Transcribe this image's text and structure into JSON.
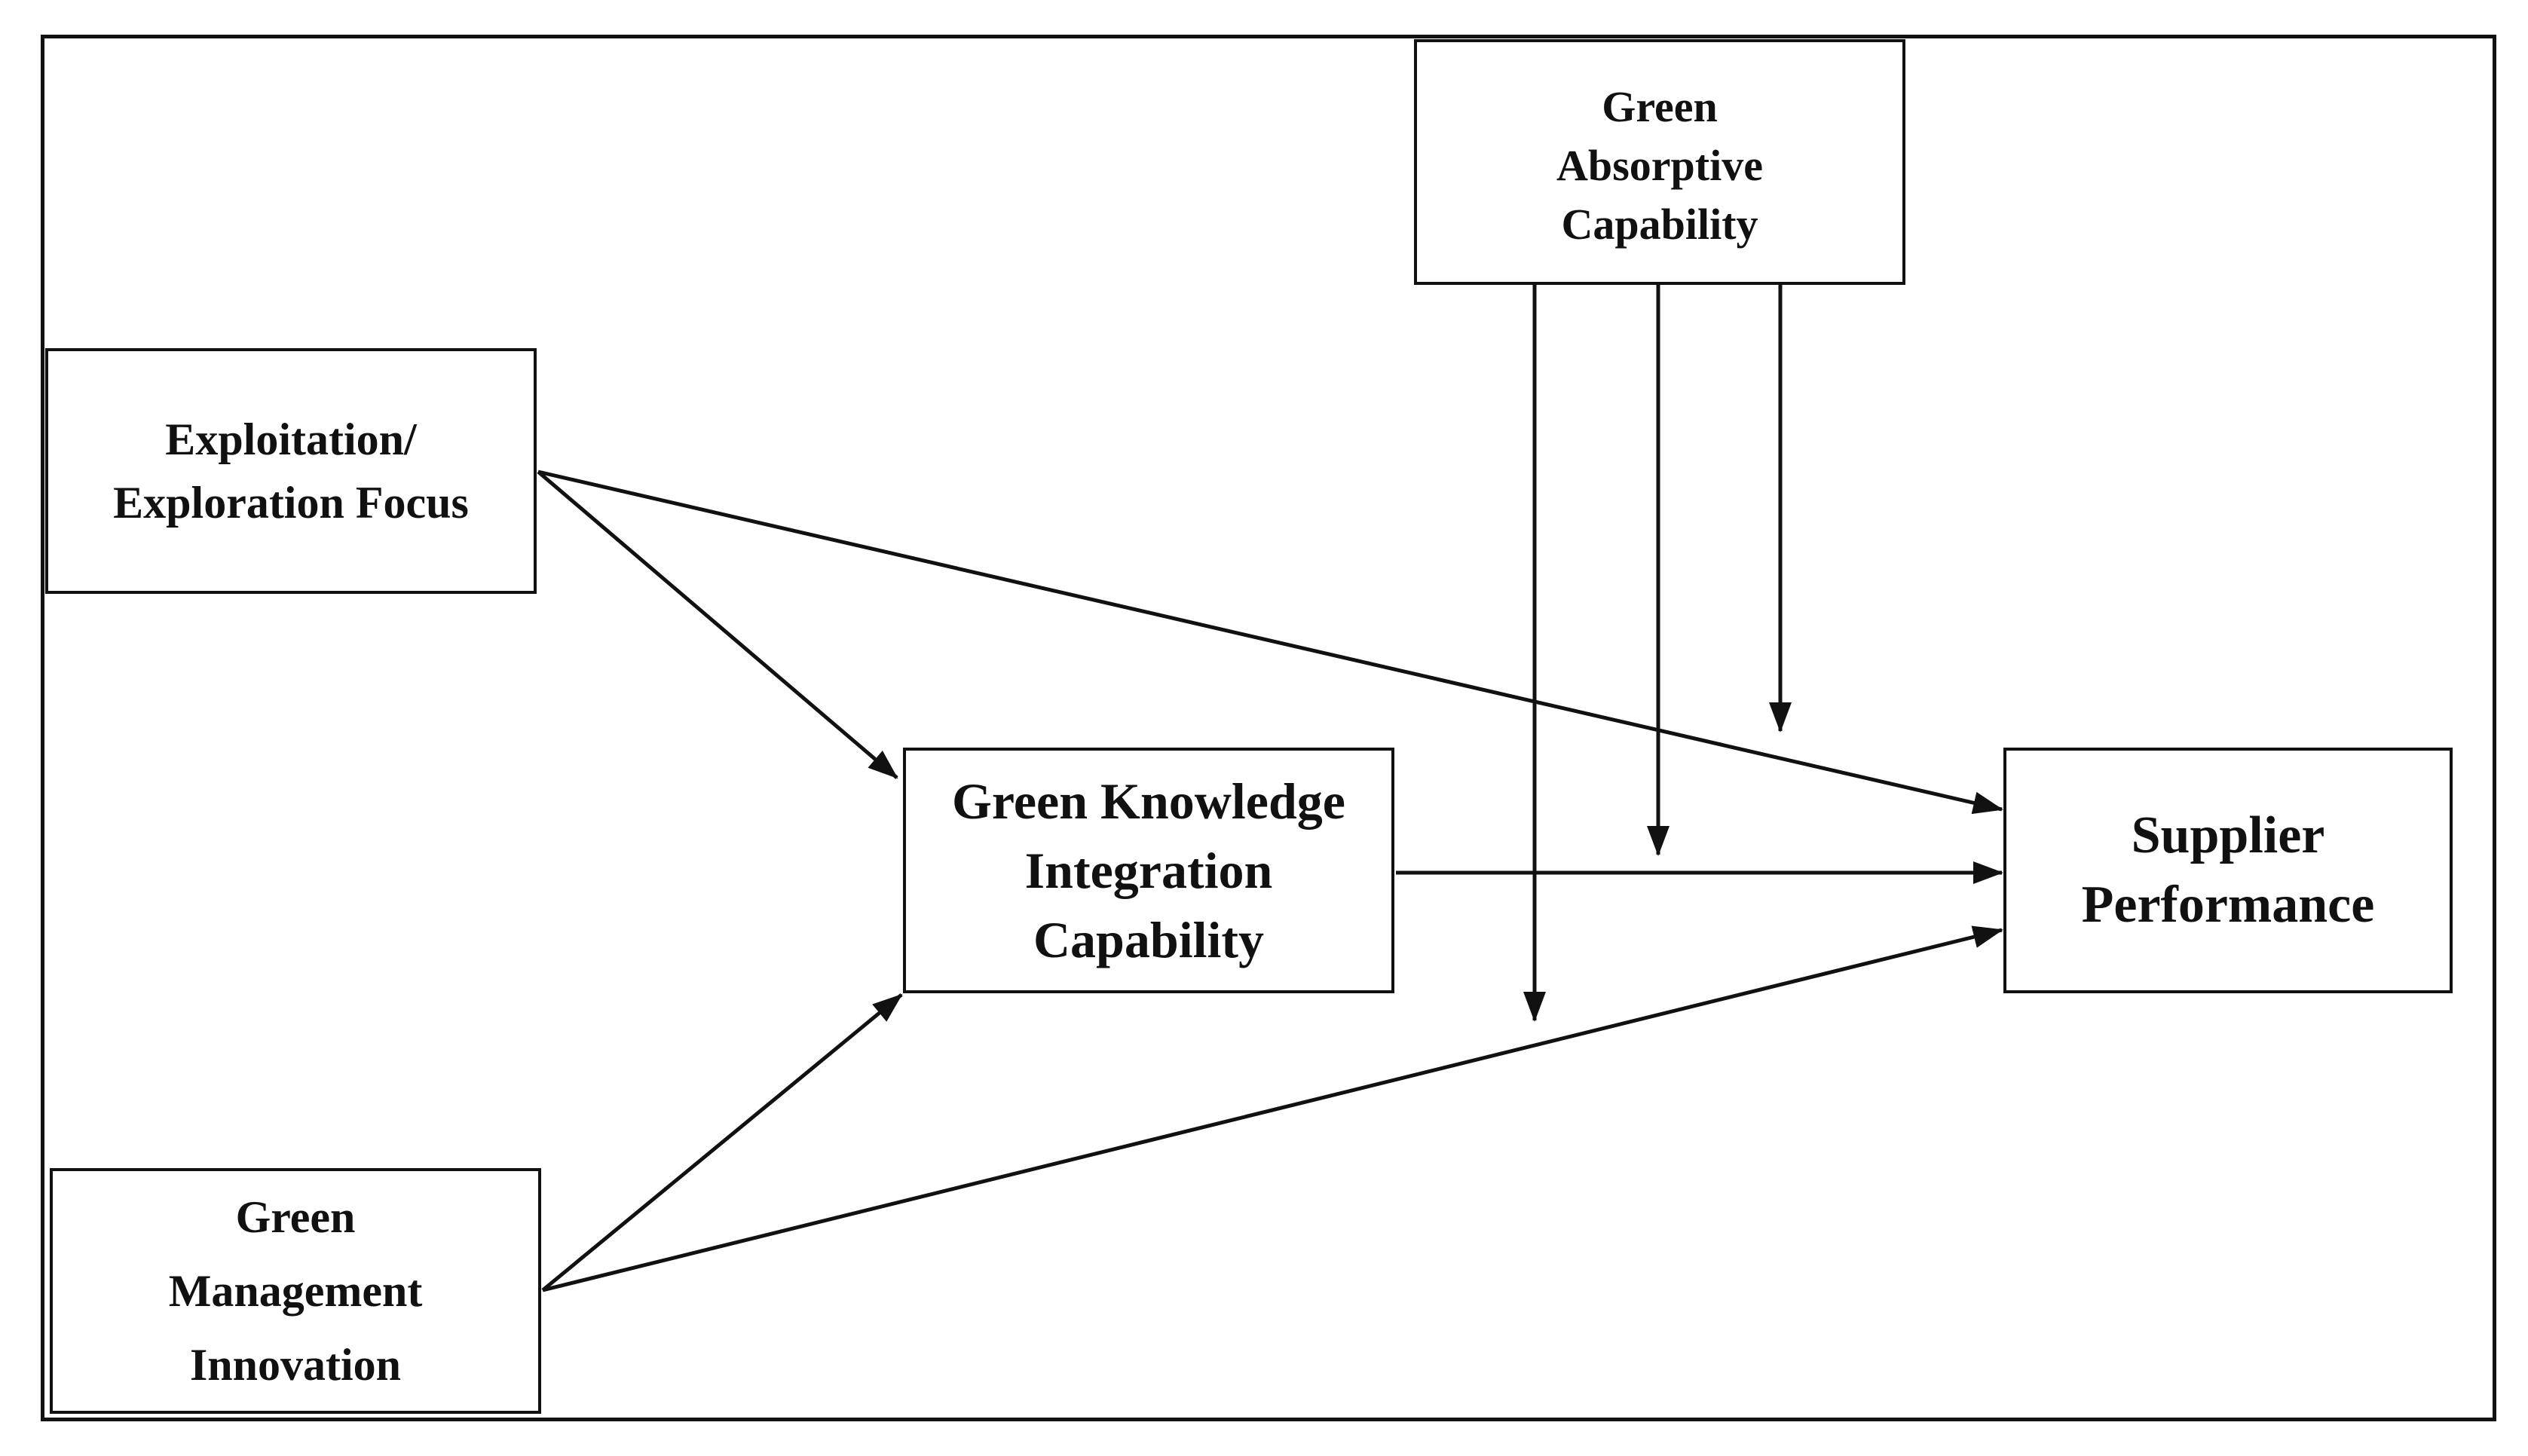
{
  "nodes": {
    "absorptive": {
      "lines": [
        "Green",
        "Absorptive",
        "Capability"
      ]
    },
    "exploitation": {
      "lines": [
        "Exploitation/",
        "Exploration Focus"
      ]
    },
    "integration": {
      "lines": [
        "Green Knowledge",
        "Integration",
        "Capability"
      ]
    },
    "supplier": {
      "lines": [
        "Supplier",
        "Performance"
      ]
    },
    "management": {
      "lines": [
        "Green",
        "Management",
        "Innovation"
      ]
    }
  },
  "edges": [
    {
      "from": "exploitation",
      "to": "integration"
    },
    {
      "from": "exploitation",
      "to": "supplier"
    },
    {
      "from": "integration",
      "to": "supplier"
    },
    {
      "from": "management",
      "to": "integration"
    },
    {
      "from": "management",
      "to": "supplier"
    },
    {
      "from": "absorptive",
      "to": "path-management-supplier"
    },
    {
      "from": "absorptive",
      "to": "path-integration-supplier"
    },
    {
      "from": "absorptive",
      "to": "path-exploitation-supplier"
    }
  ],
  "colors": {
    "line": "#111111",
    "background": "#ffffff"
  }
}
